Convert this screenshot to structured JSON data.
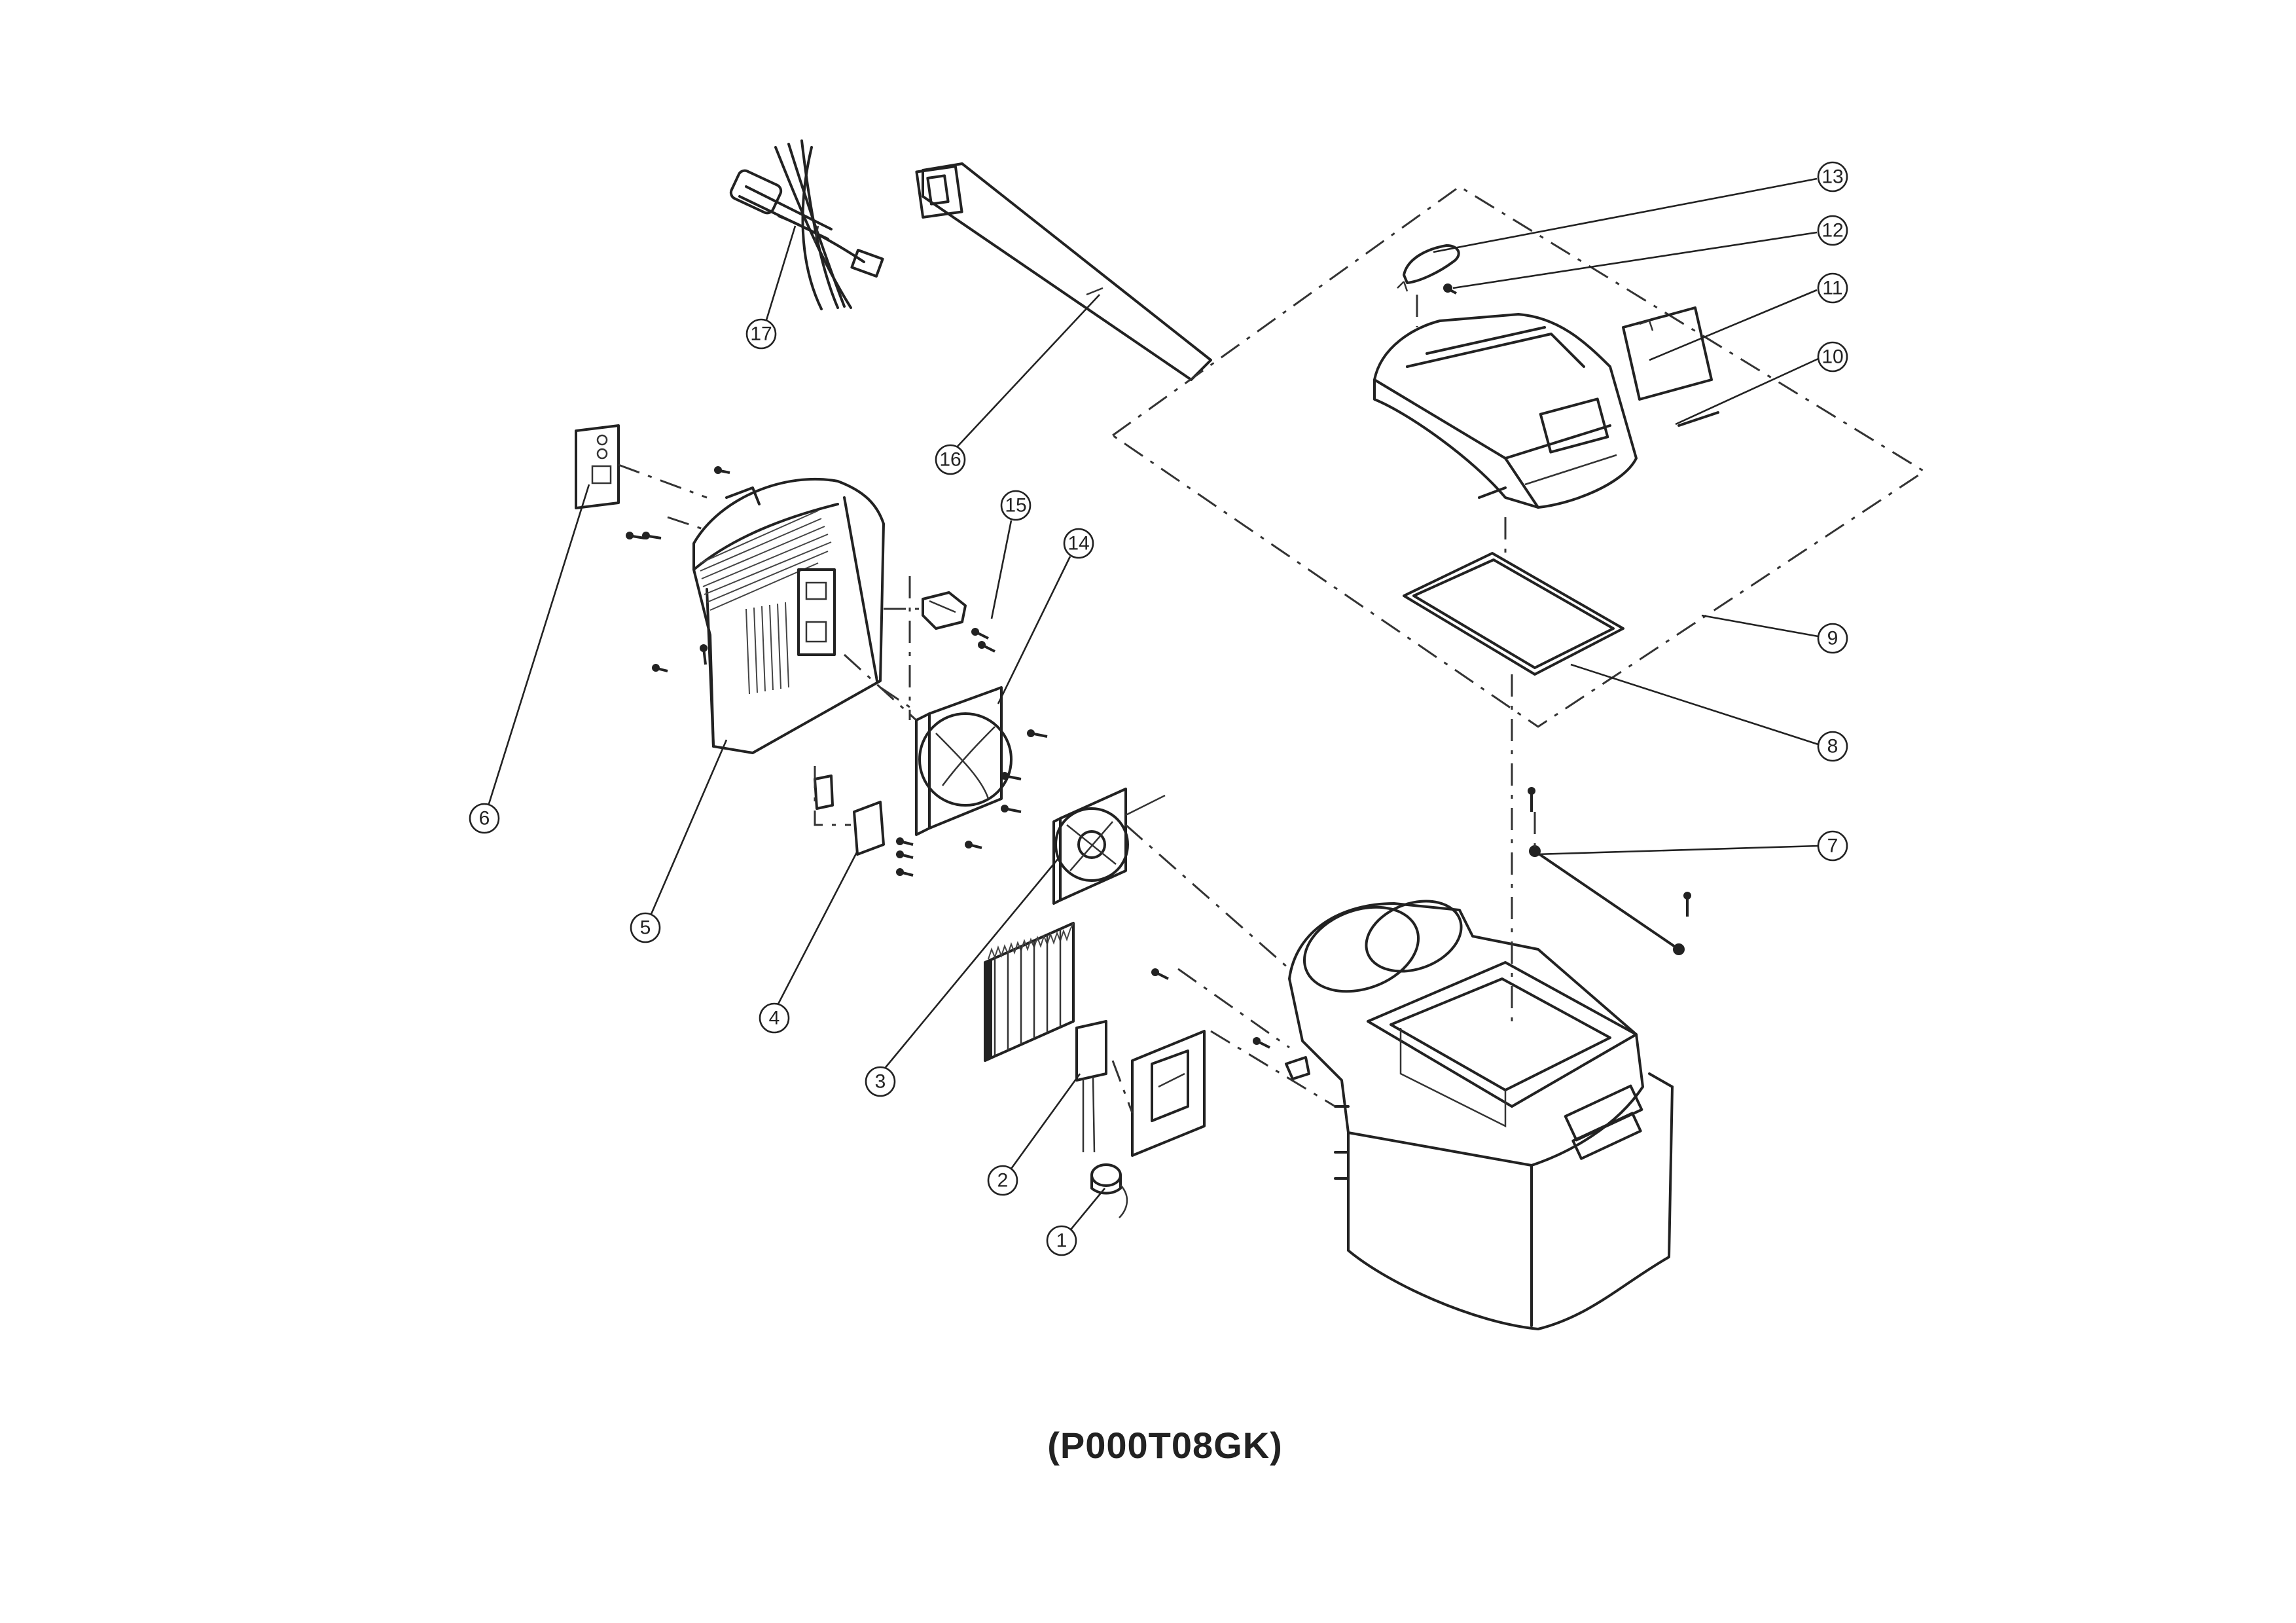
{
  "model_code": "(P000T08GK)",
  "callouts": [
    "1",
    "2",
    "3",
    "4",
    "5",
    "6",
    "7",
    "8",
    "9",
    "10",
    "11",
    "12",
    "13",
    "14",
    "15",
    "16",
    "17"
  ]
}
